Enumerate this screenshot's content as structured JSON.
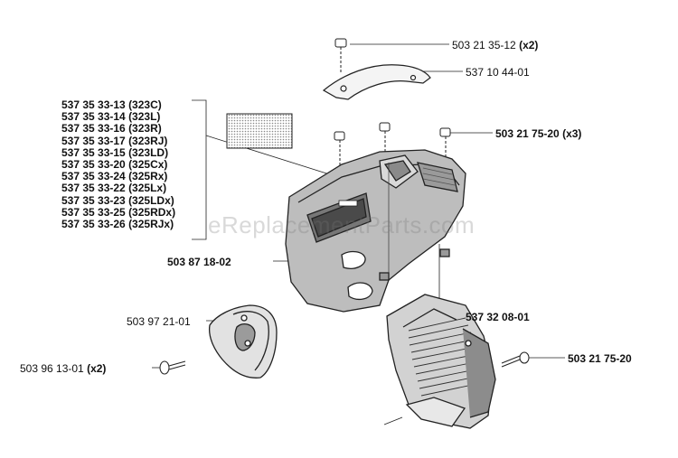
{
  "watermark": "eReplacementParts.com",
  "part_list": [
    "537 35 33-13 (323C)",
    "537 35 33-14 (323L)",
    "537 35 33-16 (323R)",
    "537 35 33-17 (323RJ)",
    "537 35 33-15 (323LD)",
    "537 35 33-20 (325Cx)",
    "537 35 33-24 (325Rx)",
    "537 35 33-22 (325Lx)",
    "537 35 33-23 (325LDx)",
    "537 35 33-25 (325RDx)",
    "537 35 33-26 (325RJx)"
  ],
  "labels": {
    "screw_top": {
      "part": "503 21 35-12",
      "qty": "(x2)"
    },
    "top_bracket": {
      "part": "537 10 44-01"
    },
    "screws_right": {
      "part": "503 21 75-20",
      "qty": "(x3)"
    },
    "cover": {
      "part": "503 87 18-02"
    },
    "cap": {
      "part": "503 97 21-01"
    },
    "cap_screw": {
      "part": "503 96 13-01",
      "qty": "(x2)"
    },
    "cooling_cover": {
      "part": "537 32 08-01"
    },
    "screw_bottom_right": {
      "part": "503 21 75-20"
    }
  }
}
